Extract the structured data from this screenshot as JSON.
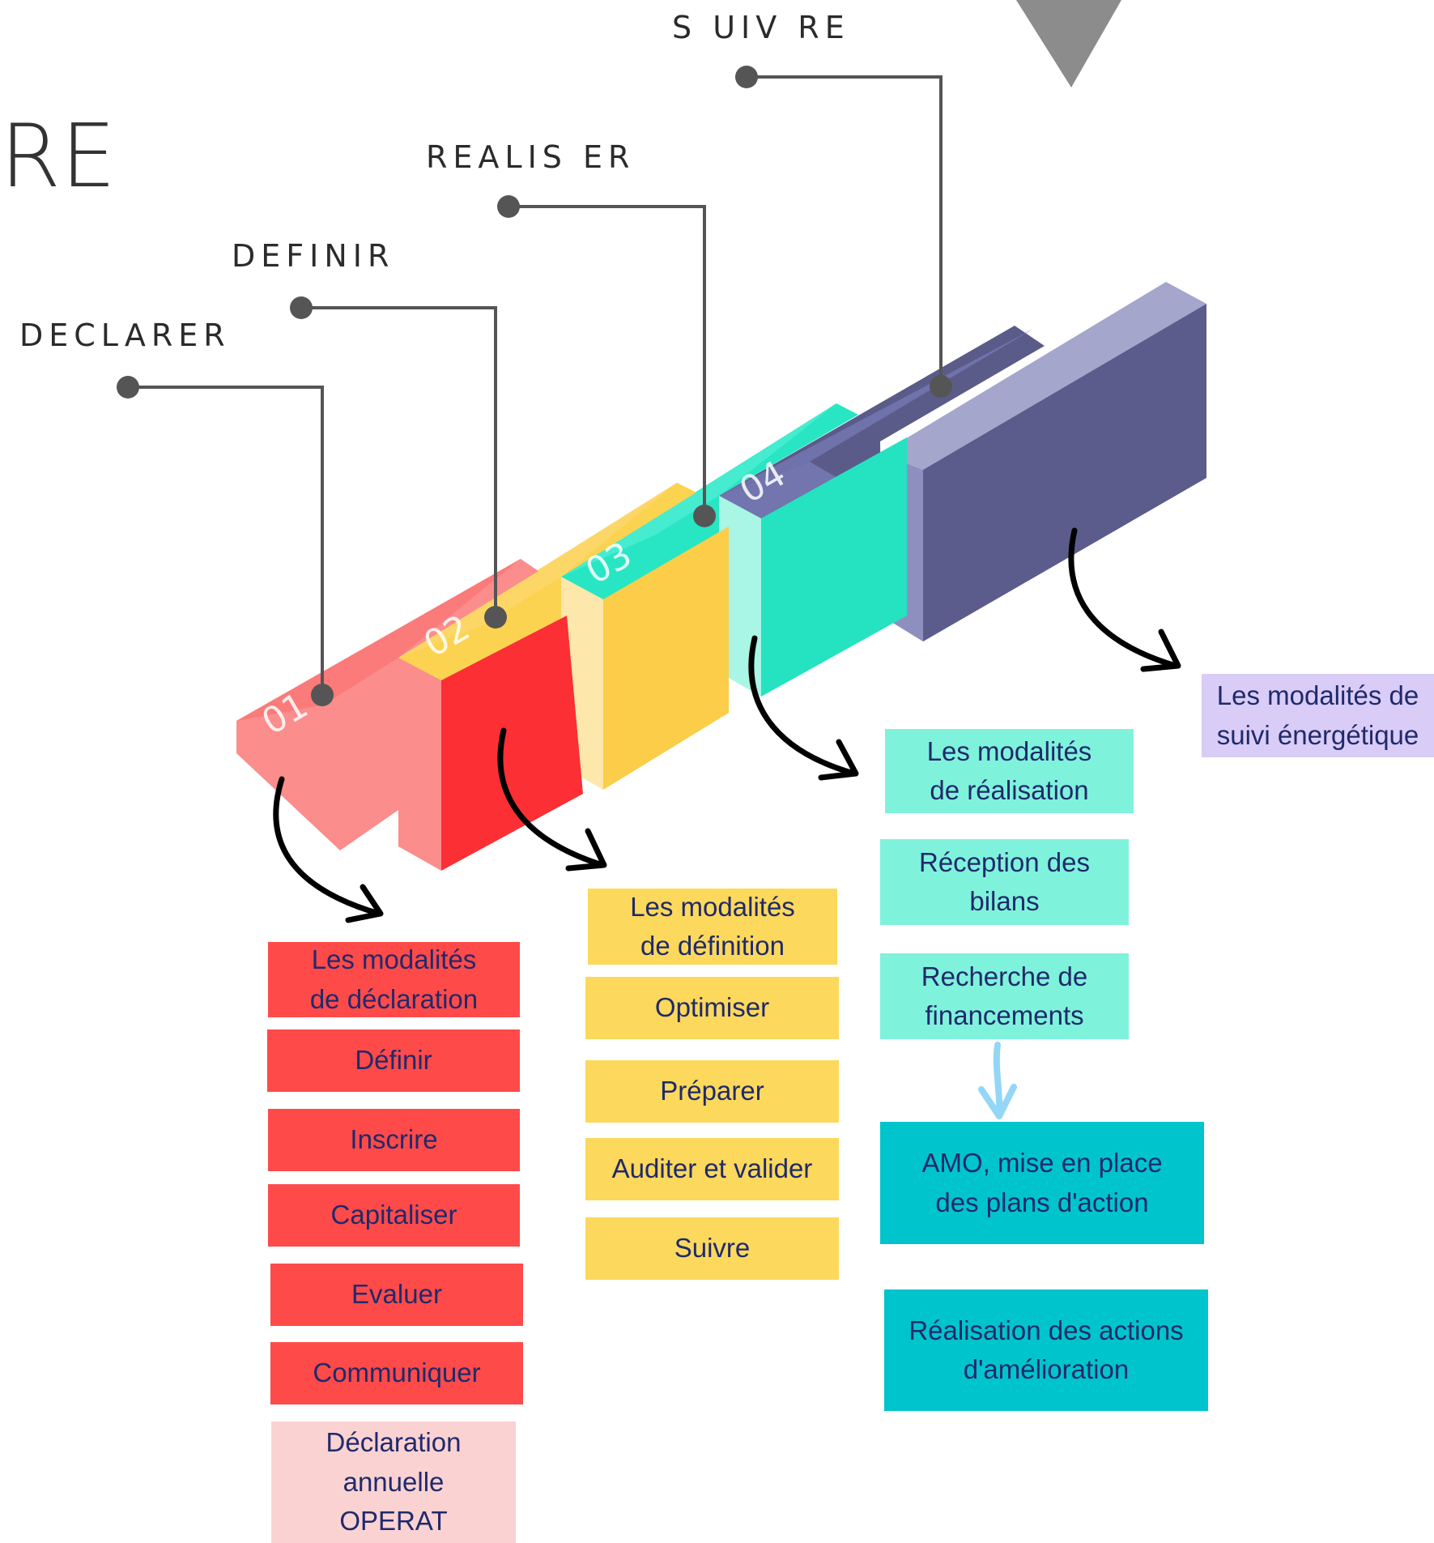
{
  "title_fragment": "RE",
  "steps": [
    {
      "label": "DECLARER",
      "number": "01",
      "color": "#ff4a4a"
    },
    {
      "label": "DEFINIR",
      "number": "02",
      "color": "#fcd85c"
    },
    {
      "label": "REALIS ER",
      "number": "03",
      "color": "#2ee8c4"
    },
    {
      "label": "S UIV RE",
      "number": "04",
      "color": "#6a6ea7"
    }
  ],
  "columns": {
    "declarer": [
      "Les modalités\nde déclaration",
      "Définir",
      "Inscrire",
      "Capitaliser",
      "Evaluer",
      "Communiquer",
      "Déclaration\nannuelle\nOPERAT"
    ],
    "definir": [
      "Les modalités\nde définition",
      "Optimiser",
      "Préparer",
      "Auditer et valider",
      "Suivre"
    ],
    "realiser": [
      "Les modalités\nde réalisation",
      "Réception des\nbilans",
      "Recherche de\nfinancements",
      "AMO, mise en place\ndes plans d'action",
      "Réalisation des actions\nd'amélioration"
    ],
    "suivre": [
      "Les modalités de\nsuivi énergétique"
    ]
  },
  "palette": {
    "red": "#ff4a4a",
    "pink": "#fbd2d2",
    "yellow": "#fcd85c",
    "mint": "#7ff2dc",
    "teal": "#00c4cc",
    "lavender": "#d9ccf7",
    "text": "#1f2a6b"
  }
}
